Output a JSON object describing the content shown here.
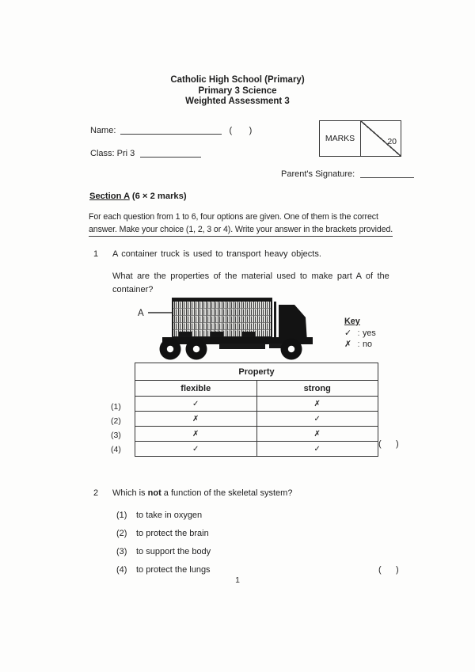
{
  "header": {
    "school": "Catholic High School (Primary)",
    "subject": "Primary 3 Science",
    "assessment": "Weighted Assessment 3"
  },
  "student_info": {
    "name_label": "Name:",
    "name_bracket": "(       )",
    "class_label": "Class: Pri 3",
    "marks_label": "MARKS",
    "marks_total": "20",
    "signature_label": "Parent's Signature:"
  },
  "section_a": {
    "title": "Section A",
    "marks_note": " (6 × 2 marks)",
    "instructions_line1": "For each question from 1 to 6, four options are given. One of them is the correct",
    "instructions_line2": "answer. Make your choice (1, 2, 3 or 4). Write your answer in the brackets provided."
  },
  "q1": {
    "number": "1",
    "text": "A container truck is used to transport heavy objects.",
    "prompt_line1": "What are the properties of the material used to make part A of the",
    "prompt_line2": "container?",
    "figure": {
      "part_label": "A",
      "key_title": "Key",
      "key_separator": ":",
      "key_items": [
        {
          "symbol": "✓",
          "meaning": "yes"
        },
        {
          "symbol": "✗",
          "meaning": "no"
        }
      ]
    },
    "table": {
      "header": "Property",
      "columns": [
        "flexible",
        "strong"
      ],
      "rows": [
        {
          "label": "(1)",
          "flexible": "✓",
          "strong": "✗"
        },
        {
          "label": "(2)",
          "flexible": "✗",
          "strong": "✓"
        },
        {
          "label": "(3)",
          "flexible": "✗",
          "strong": "✗"
        },
        {
          "label": "(4)",
          "flexible": "✓",
          "strong": "✓"
        }
      ]
    },
    "answer_bracket": "(      )"
  },
  "q2": {
    "number": "2",
    "text_prefix": "Which is ",
    "text_bold": "not",
    "text_suffix": " a function of the skeletal system?",
    "options": [
      {
        "label": "(1)",
        "text": "to take in oxygen"
      },
      {
        "label": "(2)",
        "text": "to protect the brain"
      },
      {
        "label": "(3)",
        "text": "to support the body"
      },
      {
        "label": "(4)",
        "text": "to protect the lungs"
      }
    ],
    "answer_bracket": "(      )"
  },
  "footer": {
    "page_number": "1"
  }
}
